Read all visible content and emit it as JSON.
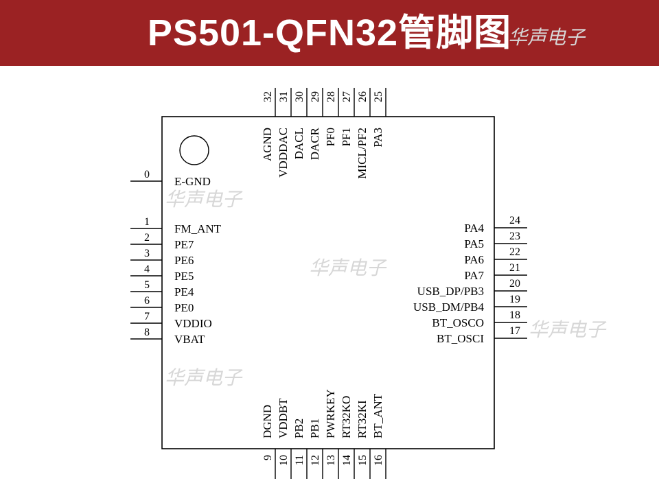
{
  "title": "PS501-QFN32管脚图",
  "watermark": "华声电子",
  "colors": {
    "banner": "#9b2223",
    "title_text": "#ffffff"
  },
  "pins": {
    "left": [
      {
        "num": "0",
        "label": "E-GND"
      },
      {
        "num": "1",
        "label": "FM_ANT"
      },
      {
        "num": "2",
        "label": "PE7"
      },
      {
        "num": "3",
        "label": "PE6"
      },
      {
        "num": "4",
        "label": "PE5"
      },
      {
        "num": "5",
        "label": "PE4"
      },
      {
        "num": "6",
        "label": "PE0"
      },
      {
        "num": "7",
        "label": "VDDIO"
      },
      {
        "num": "8",
        "label": "VBAT"
      }
    ],
    "right": [
      {
        "num": "24",
        "label": "PA4"
      },
      {
        "num": "23",
        "label": "PA5"
      },
      {
        "num": "22",
        "label": "PA6"
      },
      {
        "num": "21",
        "label": "PA7"
      },
      {
        "num": "20",
        "label": "USB_DP/PB3"
      },
      {
        "num": "19",
        "label": "USB_DM/PB4"
      },
      {
        "num": "18",
        "label": "BT_OSCO"
      },
      {
        "num": "17",
        "label": "BT_OSCI"
      }
    ],
    "top": [
      {
        "num": "32",
        "label": "AGND"
      },
      {
        "num": "31",
        "label": "VDDDAC"
      },
      {
        "num": "30",
        "label": "DACL"
      },
      {
        "num": "29",
        "label": "DACR"
      },
      {
        "num": "28",
        "label": "PF0"
      },
      {
        "num": "27",
        "label": "PF1"
      },
      {
        "num": "26",
        "label": "MICL/PF2"
      },
      {
        "num": "25",
        "label": "PA3"
      }
    ],
    "bottom": [
      {
        "num": "9",
        "label": "DGND"
      },
      {
        "num": "10",
        "label": "VDDBT"
      },
      {
        "num": "11",
        "label": "PB2"
      },
      {
        "num": "12",
        "label": "PB1"
      },
      {
        "num": "13",
        "label": "PWRKEY"
      },
      {
        "num": "14",
        "label": "RT32KO"
      },
      {
        "num": "15",
        "label": "RT32KI"
      },
      {
        "num": "16",
        "label": "BT_ANT"
      }
    ]
  }
}
